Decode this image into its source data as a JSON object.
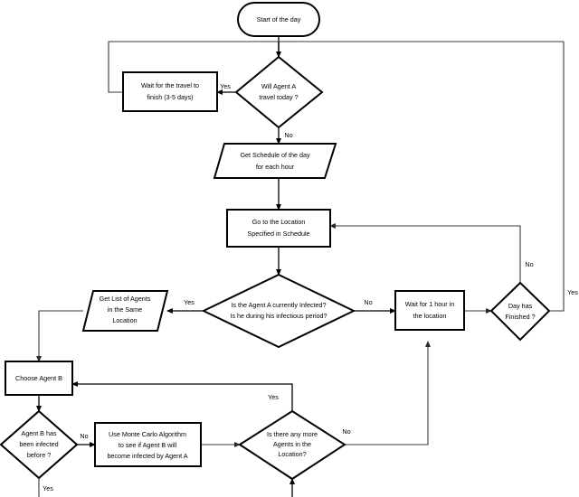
{
  "diagram": {
    "title": "Agent infection simulation daily loop flowchart",
    "background_color": "#ffffff",
    "stroke_color": "#000000",
    "connector_color": "#3a3a3a"
  },
  "nodes": {
    "start": {
      "shape": "stadium",
      "label": "Start of the day"
    },
    "wait_travel": {
      "shape": "rectangle",
      "line1": "Wait for the travel to",
      "line2": "finish (3-5 days)"
    },
    "will_travel": {
      "shape": "diamond",
      "line1": "Will Agent A",
      "line2": "travel today ?"
    },
    "get_schedule": {
      "shape": "parallelogram",
      "line1": "Get Schedule of the day",
      "line2": "for each hour"
    },
    "go_location": {
      "shape": "rectangle",
      "line1": "Go to the Location",
      "line2": "Specified in Schedule"
    },
    "is_infected": {
      "shape": "diamond",
      "line1": "Is the Agent A currently Infected?",
      "line2": "Is he during his infectious period?"
    },
    "get_list_agents": {
      "shape": "parallelogram",
      "line1": "Get List of Agents",
      "line2": "in the Same",
      "line3": "Location"
    },
    "wait_hour": {
      "shape": "rectangle",
      "line1": "Wait for 1 hour in",
      "line2": "the location"
    },
    "day_finished": {
      "shape": "diamond",
      "line1": "Day has",
      "line2": "Finished ?"
    },
    "choose_agent_b": {
      "shape": "rectangle",
      "line1": "Choose Agent B"
    },
    "agent_b_infected": {
      "shape": "diamond",
      "line1": "Agent B has",
      "line2": "been infected",
      "line3": "before ?"
    },
    "monte_carlo": {
      "shape": "rectangle",
      "line1_a": "Use Monte Carlo Algorithm",
      "line2_a": "to see if ",
      "line2_b": "Agent B",
      "line2_c": " will",
      "line3_a": "become infected by ",
      "line3_b": "Agent A"
    },
    "more_agents": {
      "shape": "diamond",
      "line1": "Is there any more",
      "line2": "Agents in the",
      "line3": "Location?"
    }
  },
  "edge_labels": {
    "travel_yes": "Yes",
    "travel_no": "No",
    "infected_yes": "Yes",
    "infected_no": "No",
    "day_finished_no": "No",
    "day_finished_yes": "Yes",
    "agent_b_no": "No",
    "agent_b_yes": "Yes",
    "more_agents_yes": "Yes",
    "more_agents_no": "No"
  }
}
